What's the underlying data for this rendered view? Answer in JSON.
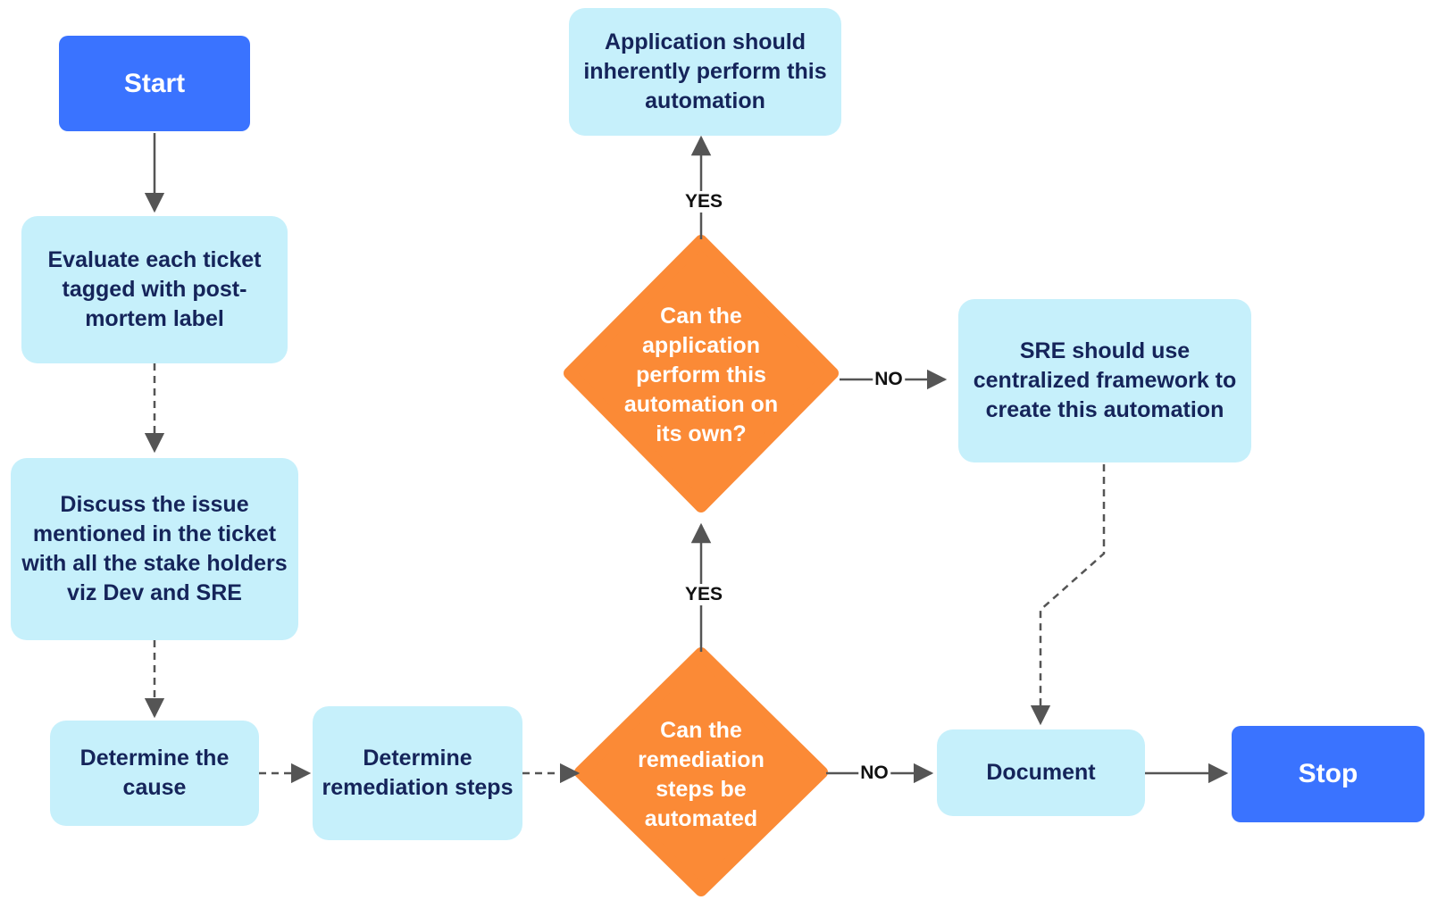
{
  "nodes": {
    "start": "Start",
    "evaluate": "Evaluate each ticket tagged with post-mortem label",
    "discuss": "Discuss the issue mentioned in the ticket with all the stake holders viz Dev and SRE",
    "cause": "Determine the cause",
    "remediation": "Determine remediation steps",
    "can_automate": "Can the remediation steps be automated",
    "can_app_perform": "Can the application perform this automation on its own?",
    "app_inherent": "Application should inherently perform this automation",
    "sre_framework": "SRE should use centralized framework to create this automation",
    "document": "Document",
    "stop": "Stop"
  },
  "edges": {
    "yes_upper": "YES",
    "yes_lower": "YES",
    "no_upper": "NO",
    "no_lower": "NO"
  },
  "colors": {
    "process": "#c6f0fb",
    "terminal": "#3a73ff",
    "decision": "#fb8a36",
    "arrow": "#555555"
  }
}
